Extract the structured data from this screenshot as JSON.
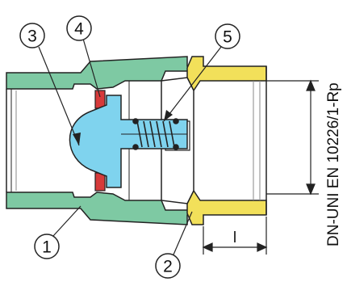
{
  "callouts": {
    "c1": "1",
    "c2": "2",
    "c3": "3",
    "c4": "4",
    "c5": "5"
  },
  "dimension_label": "l",
  "standard_label": "DN-UNI EN 10226/1-Rp",
  "colors": {
    "body_green": "#7ec9a3",
    "tailpiece_yellow": "#f2e05a",
    "disc_blue": "#7fd3ee",
    "seal_red": "#d63a3a",
    "outline": "#222222"
  }
}
